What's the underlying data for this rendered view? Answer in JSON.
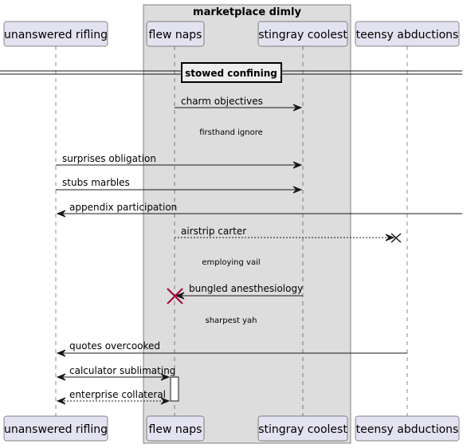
{
  "box": {
    "title": "marketplace dimly",
    "color": "#dddddd"
  },
  "participants": [
    {
      "id": "rifling",
      "label": "unanswered rifling"
    },
    {
      "id": "naps",
      "label": "flew naps"
    },
    {
      "id": "stingray",
      "label": "stingray coolest"
    },
    {
      "id": "abductions",
      "label": "teensy abductions"
    }
  ],
  "divider": {
    "label": "stowed confining"
  },
  "messages": [
    {
      "kind": "message",
      "from": "naps",
      "to": "stingray",
      "label": "charm objectives",
      "dashed": false
    },
    {
      "kind": "delay",
      "label": "firsthand ignore"
    },
    {
      "kind": "message",
      "from": "rifling",
      "to": "stingray",
      "label": "surprises obligation",
      "dashed": false
    },
    {
      "kind": "message",
      "from": "rifling",
      "to": "stingray",
      "label": "stubs marbles",
      "dashed": false
    },
    {
      "kind": "message",
      "from": "edge",
      "to": "rifling",
      "label": "appendix participation",
      "dashed": false
    },
    {
      "kind": "message",
      "from": "naps",
      "to": "abductions",
      "label": "airstrip carter",
      "dashed": true,
      "destroy": true
    },
    {
      "kind": "delay",
      "label": "employing vail"
    },
    {
      "kind": "message",
      "from": "stingray",
      "to": "naps",
      "label": "bungled anesthesiology",
      "dashed": false,
      "destroyTarget": true
    },
    {
      "kind": "delay",
      "label": "sharpest yah"
    },
    {
      "kind": "message",
      "from": "abductions",
      "to": "rifling",
      "label": "quotes overcooked",
      "dashed": false
    },
    {
      "kind": "message",
      "from": "rifling",
      "to": "naps",
      "label": "calculator sublimating",
      "dashed": false,
      "bidirectional": true
    },
    {
      "kind": "message",
      "from": "naps",
      "to": "rifling",
      "label": "enterprise collateral",
      "dashed": true,
      "bidirectional": true
    }
  ]
}
